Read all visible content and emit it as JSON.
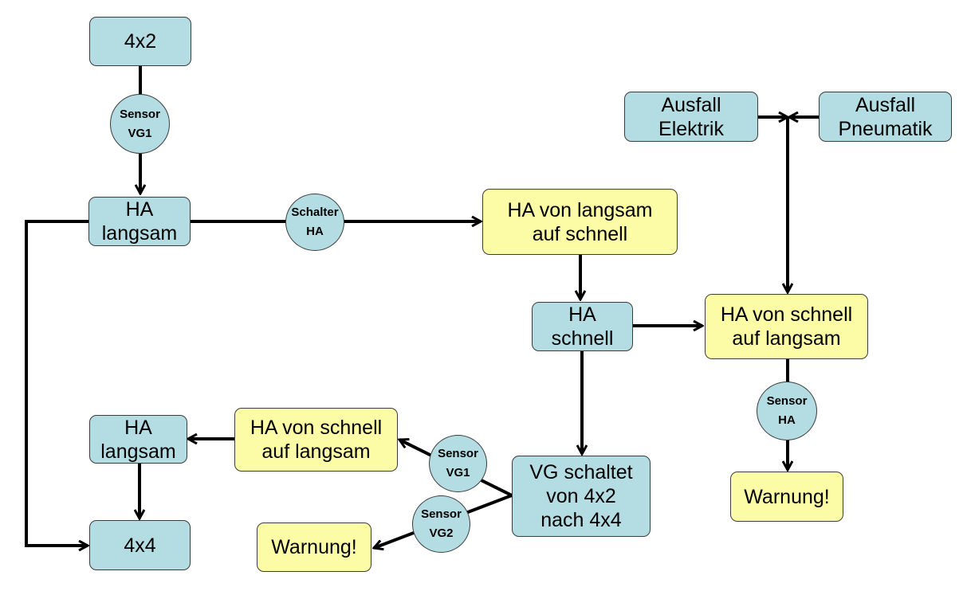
{
  "nodes": {
    "top_4x2": "4x2",
    "ha_langsam_top": "HA\nlangsam",
    "ha_langsam_schnell": "HA von langsam\nauf schnell",
    "ha_schnell": "HA\nschnell",
    "ha_schnell_langsam_right": "HA von schnell\nauf langsam",
    "ausfall_elektrik": "Ausfall\nElektrik",
    "ausfall_pneumatik": "Ausfall\nPneumatik",
    "warnung_right": "Warnung!",
    "vg_schaltet": "VG schaltet\nvon 4x2\nnach 4x4",
    "ha_schnell_langsam_bottom": "HA von schnell\nauf langsam",
    "ha_langsam_bottom": "HA\nlangsam",
    "bottom_4x4": "4x4",
    "warnung_bottom": "Warnung!"
  },
  "sensors": {
    "sensor_vg1_top": "Sensor\nVG1",
    "schalter_ha": "Schalter\nHA",
    "sensor_ha": "Sensor\nHA",
    "sensor_vg1_bottom": "Sensor\nVG1",
    "sensor_vg2": "Sensor\nVG2"
  },
  "colors": {
    "process_box": "#b3dde3",
    "transition_box": "#fdfca6",
    "line": "#000000"
  }
}
